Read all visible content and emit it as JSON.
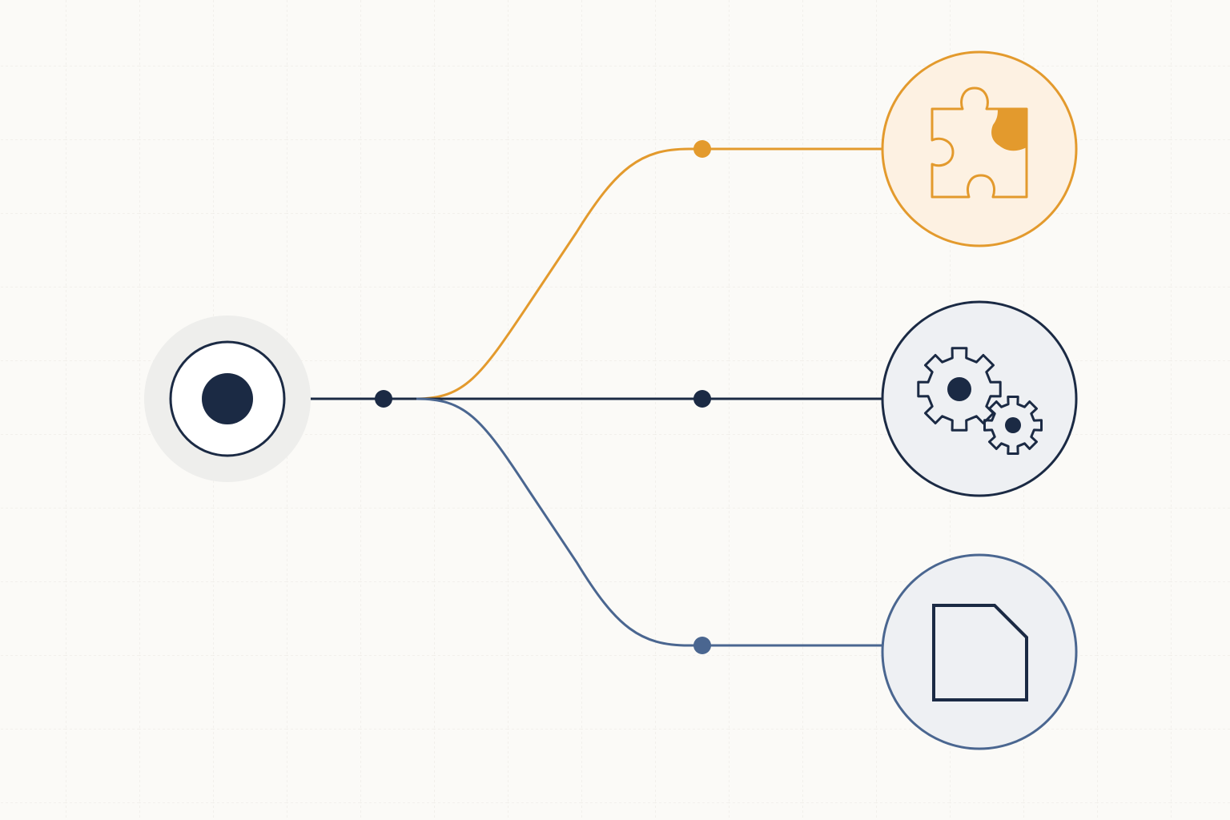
{
  "diagram": {
    "source": {
      "icon": "record-dot-icon"
    },
    "branches": [
      {
        "id": "plugin",
        "icon": "puzzle-piece-icon",
        "color": "#e39a2d",
        "fill": "#fdf1e2"
      },
      {
        "id": "process",
        "icon": "gears-icon",
        "color": "#1b2a44",
        "fill": "#eef0f3"
      },
      {
        "id": "document",
        "icon": "document-folded-corner-icon",
        "color": "#4a6690",
        "fill": "#eef0f3"
      }
    ],
    "colors": {
      "background": "#fbfaf7",
      "grid": "#e9e7e1",
      "dark": "#1b2a44",
      "halo": "#eeeeec"
    }
  }
}
